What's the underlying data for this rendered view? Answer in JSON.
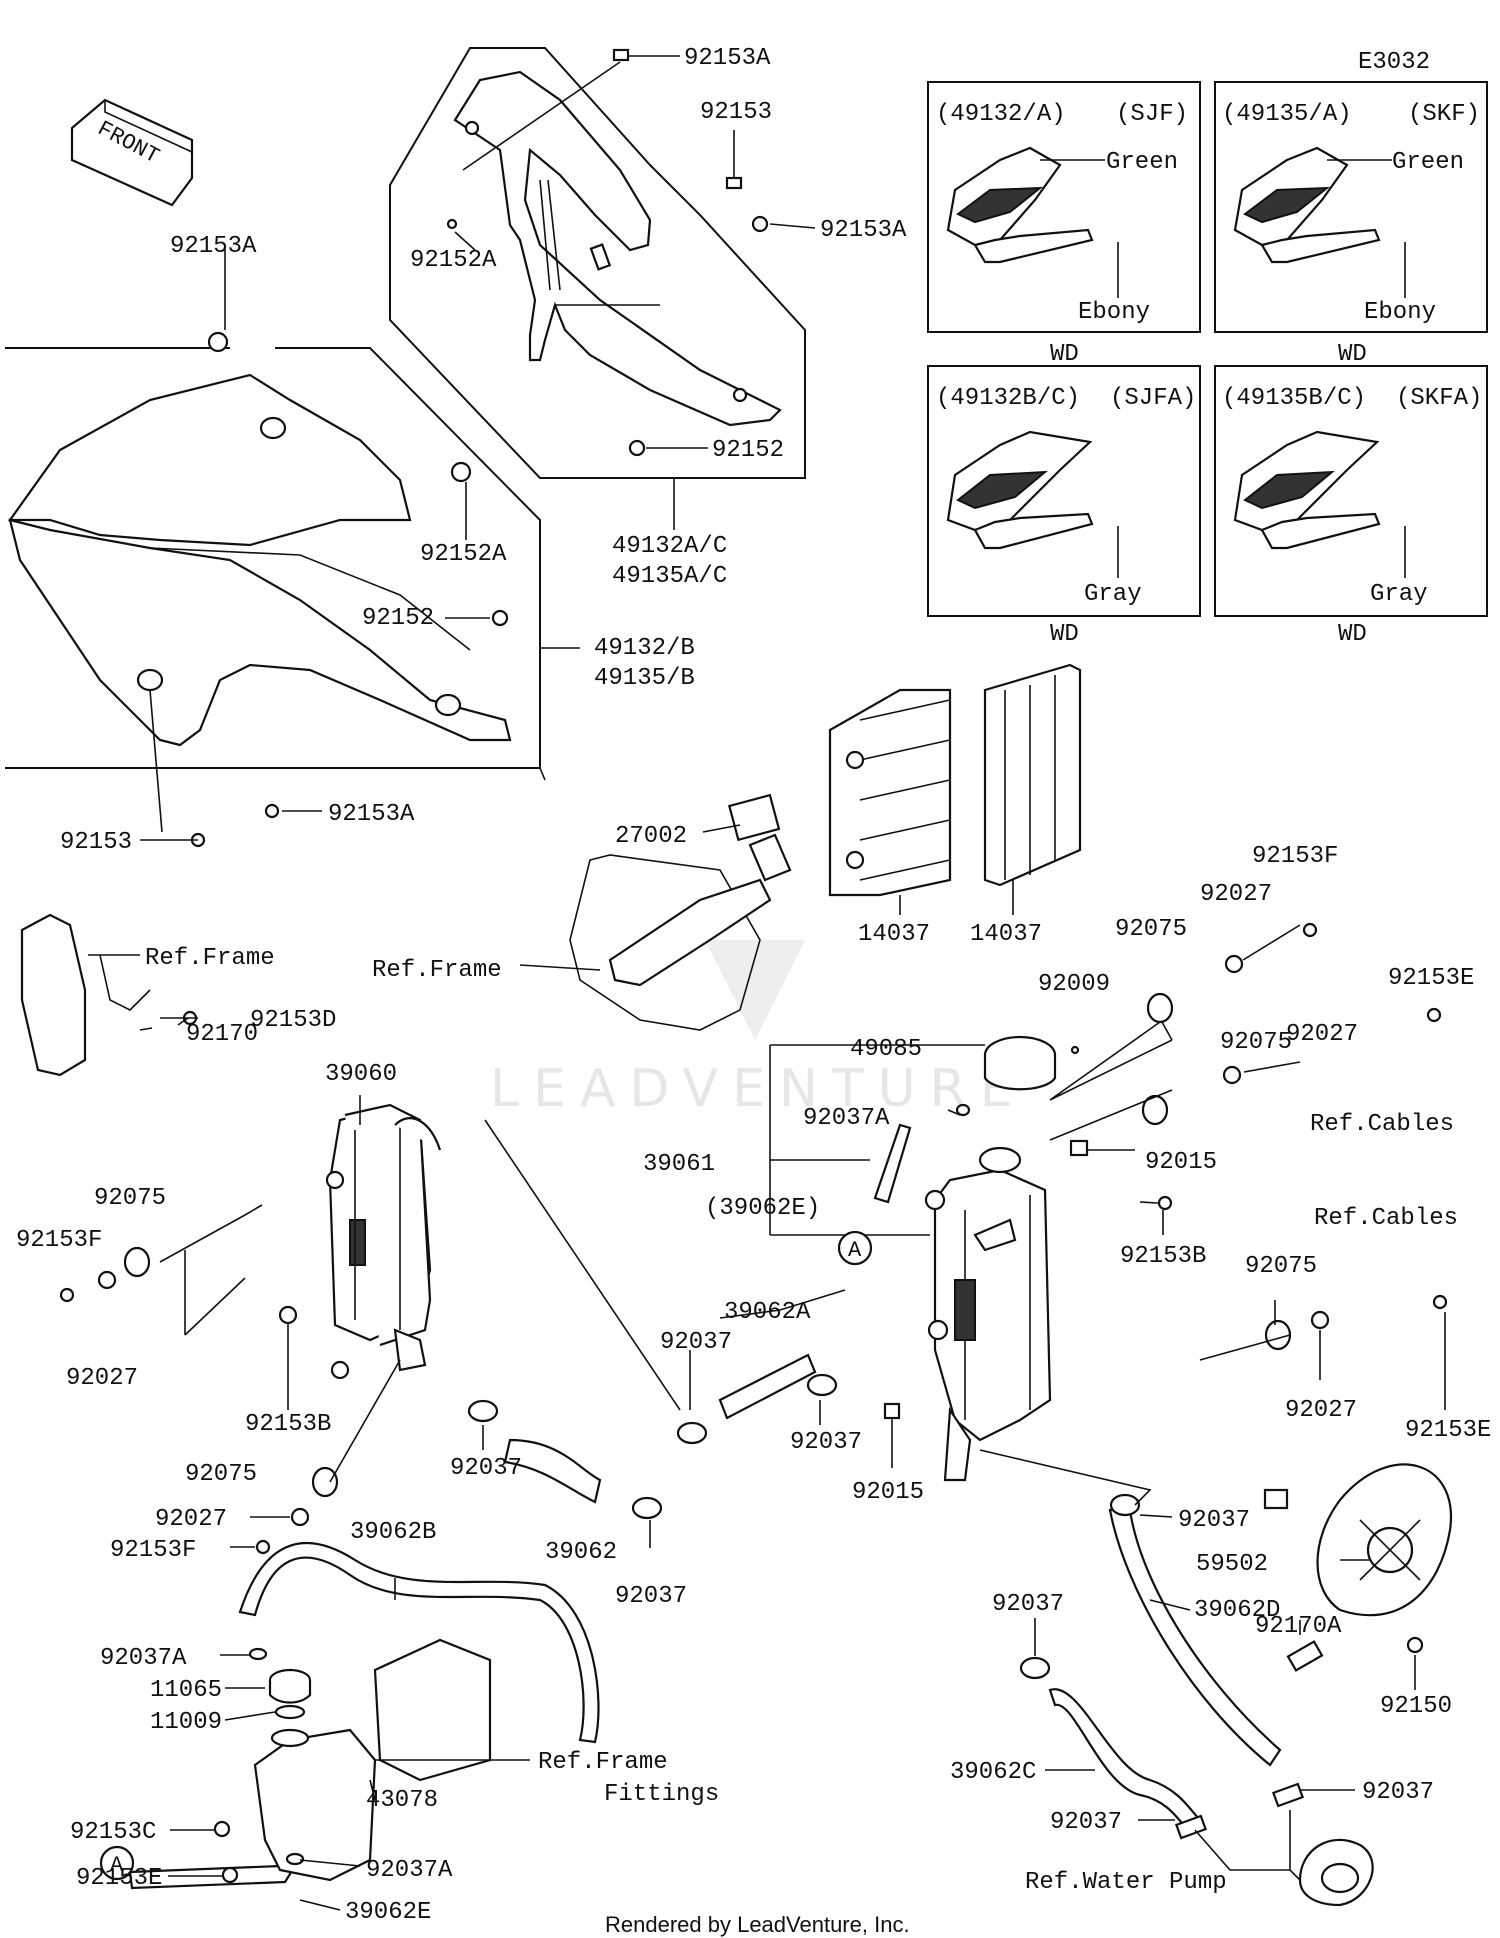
{
  "diagram_id": "E3032",
  "front_label": "FRONT",
  "watermark": "LEADVENTURE",
  "credit": "Rendered by LeadVenture, Inc.",
  "callout_letter": "A",
  "variants": [
    {
      "code": "(49132/A)",
      "suffix": "(SJF)",
      "top_color": "Green",
      "bottom_color": "Ebony",
      "footer": "WD"
    },
    {
      "code": "(49135/A)",
      "suffix": "(SKF)",
      "top_color": "Green",
      "bottom_color": "Ebony",
      "footer": "WD"
    },
    {
      "code": "(49132B/C)",
      "suffix": "(SJFA)",
      "top_color": "",
      "bottom_color": "Gray",
      "footer": "WD"
    },
    {
      "code": "(49135B/C)",
      "suffix": "(SKFA)",
      "top_color": "",
      "bottom_color": "Gray",
      "footer": "WD"
    }
  ],
  "parts": [
    "92153A",
    "92153",
    "92153A",
    "92152A",
    "92152",
    "49132A/C",
    "49135A/C",
    "92153A",
    "92152A",
    "92152",
    "49132/B",
    "49135/B",
    "92153",
    "92153A",
    "27002",
    "14037",
    "14037",
    "Ref.Frame",
    "Ref.Frame",
    "92153D",
    "92170",
    "92153F",
    "92027",
    "92075",
    "92009",
    "92153E",
    "92027",
    "92075",
    "Ref.Cables",
    "49085",
    "92037A",
    "39061",
    "(39062E)",
    "92015",
    "92153B",
    "Ref.Cables",
    "92075",
    "92153E",
    "92027",
    "39060",
    "92075",
    "92153F",
    "92027",
    "92153B",
    "92037",
    "39062A",
    "92037",
    "92015",
    "92075",
    "92027",
    "92153F",
    "92037",
    "39062",
    "92037",
    "39062B",
    "92037",
    "59502",
    "39062D",
    "92037",
    "92170A",
    "92150",
    "92037A",
    "11065",
    "11009",
    "Ref.Frame",
    "Fittings",
    "43078",
    "92153C",
    "92153E",
    "92037A",
    "39062E",
    "39062C",
    "92037",
    "92037",
    "Ref.Water Pump"
  ]
}
